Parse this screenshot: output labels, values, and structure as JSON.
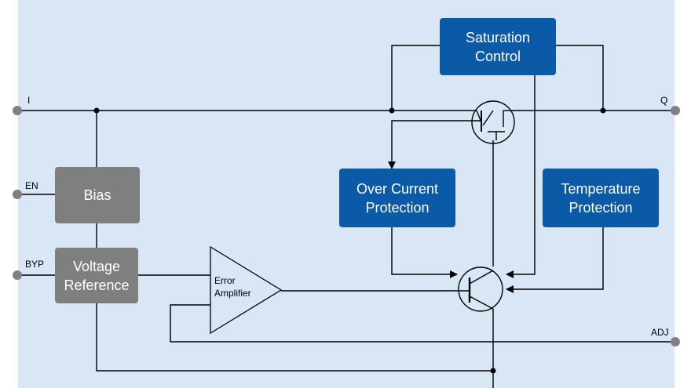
{
  "pins": {
    "input": "I",
    "output": "Q",
    "enable": "EN",
    "bypass": "BYP",
    "adjust": "ADJ"
  },
  "blocks": {
    "saturation_control": "Saturation\nControl",
    "over_current_protection": "Over Current\nProtection",
    "temperature_protection": "Temperature\nProtection",
    "bias": "Bias",
    "voltage_reference": "Voltage\nReference"
  },
  "amplifier": {
    "label": "Error\nAmplifier"
  },
  "colors": {
    "background": "#d9e6f6",
    "blue_block": "#0a5aa8",
    "gray_block": "#7f7f7f",
    "wire": "#000000",
    "pin": "#808080"
  }
}
